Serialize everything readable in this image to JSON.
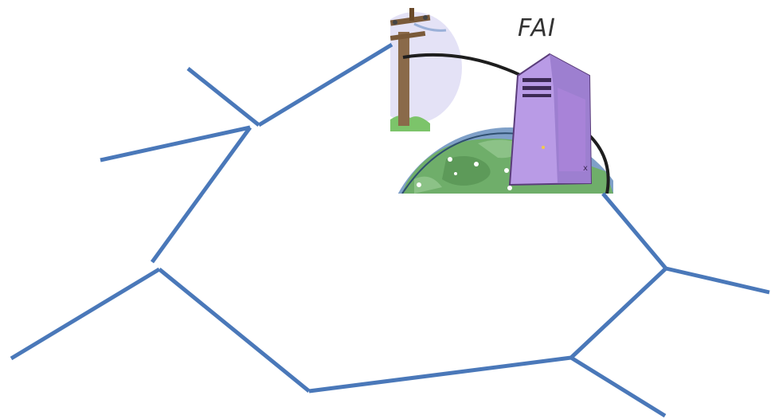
{
  "illustration": {
    "label": "FAI",
    "depicts": [
      "utility-pole",
      "cable",
      "server-tower",
      "globe"
    ]
  },
  "colors": {
    "network_line": "#4a78b9",
    "server_purple": "#b99be6",
    "globe_green": "#6fae6a",
    "globe_blue": "#7fa0c8",
    "pole_brown": "#8a6a4a"
  }
}
